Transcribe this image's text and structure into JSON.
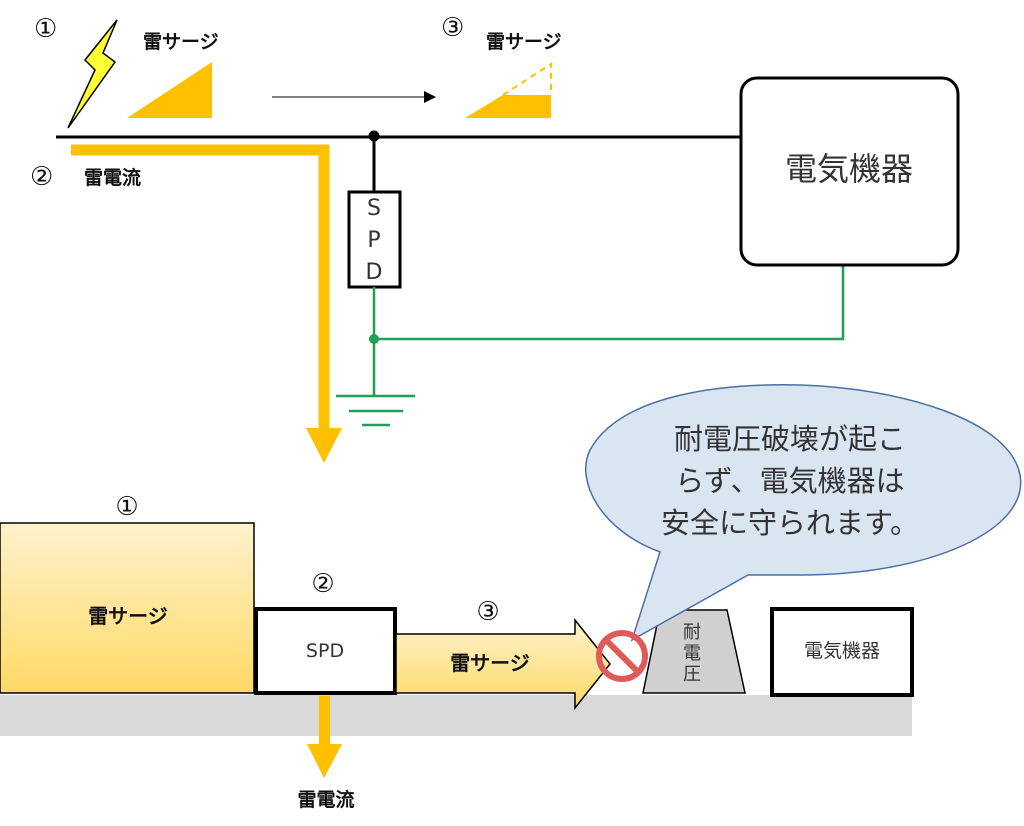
{
  "colors": {
    "surge_yellow": "#FFC000",
    "bolt_yellow": "#FFFF33",
    "ground_green": "#1FA055",
    "line_black": "#000000",
    "bubble_fill": "#DAE5F2",
    "bubble_stroke": "#4A6FA5",
    "base_gray": "#D9D9D9",
    "withstand_gray": "#D0D0D0",
    "prohibit_red": "#E05A5A"
  },
  "top_diagram": {
    "step1_num": "①",
    "step1_label": "雷サージ",
    "step2_num": "②",
    "step2_label": "雷電流",
    "step3_num": "③",
    "step3_label": "雷サージ",
    "spd_letters": [
      "S",
      "P",
      "D"
    ],
    "device_label": "電気機器",
    "icons": {
      "bolt": "lightning-bolt-icon",
      "ground": "ground-symbol-icon"
    }
  },
  "bottom_diagram": {
    "step1_num": "①",
    "surge_block_label": "雷サージ",
    "step2_num": "②",
    "spd_label": "SPD",
    "step3_num": "③",
    "arrow_label": "雷サージ",
    "current_label": "雷電流",
    "withstand_chars": [
      "耐",
      "電",
      "圧"
    ],
    "device_label": "電気機器",
    "prohibit_icon": "prohibited-icon"
  },
  "callout": {
    "lines": [
      "耐電圧破壊が起こ",
      "らず、電気機器は",
      "安全に守られます。"
    ]
  }
}
